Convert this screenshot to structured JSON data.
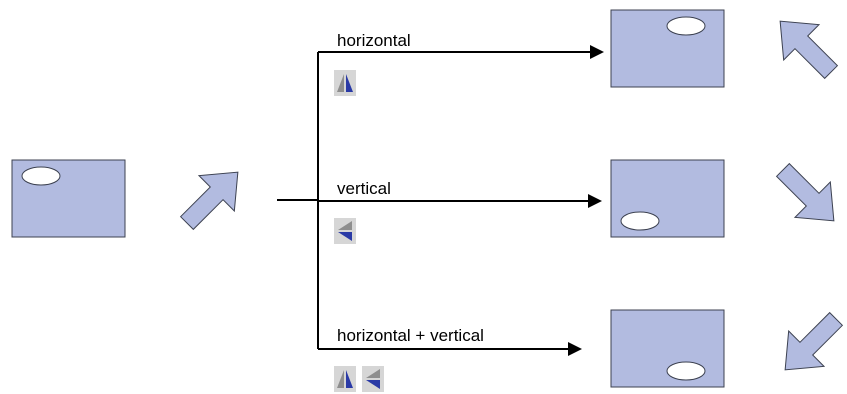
{
  "branches": [
    {
      "label": "horizontal"
    },
    {
      "label": "vertical"
    },
    {
      "label": "horizontal + vertical"
    }
  ],
  "icons": {
    "horizontal": "flip-horizontal-icon",
    "vertical": "flip-vertical-icon"
  },
  "colors": {
    "shape_fill": "#b2bbe0",
    "shape_stroke": "#3c4150",
    "line": "#000000",
    "icon_bg": "#d6d6d6",
    "icon_blue": "#2a3aa6",
    "icon_gray": "#8e8e8e"
  }
}
